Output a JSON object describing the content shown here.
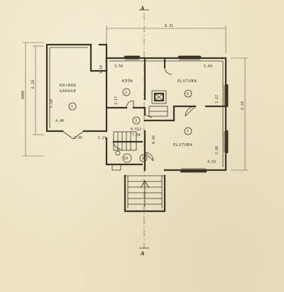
{
  "plan": {
    "section_top": "A",
    "section_bottom": "A",
    "dim_top": "8.31",
    "dim_left_outer": "6000",
    "dim_left_inner": "6.10",
    "dim_right": "8.10",
    "dim_garage_bottom": "3.45",
    "dim_stair_width": "1.21",
    "dim_garage_door": "1.10",
    "garage": {
      "label_1": "KR+BAD",
      "label_2": "GARAGE",
      "number": "1",
      "dim_a": "5.68",
      "dim_b": "4.40"
    },
    "kitchen": {
      "label": "KÖÖK",
      "number": "2",
      "dim_a": "3.58",
      "dim_b": "3.17"
    },
    "living_upper": {
      "label": "ELUTUBA",
      "number": "6",
      "dim_a": "5.64",
      "dim_b": "3.17"
    },
    "hall": {
      "number": "3",
      "dim_a": "6.512",
      "dim_b": "7.34"
    },
    "living_lower": {
      "label": "ELUTUBA",
      "number": "7",
      "dim_a": "3.86",
      "dim_b": "4.53"
    },
    "porch": {
      "dim": "0.94"
    },
    "wc": {
      "number": "10"
    },
    "bath": {
      "number": "9"
    }
  }
}
